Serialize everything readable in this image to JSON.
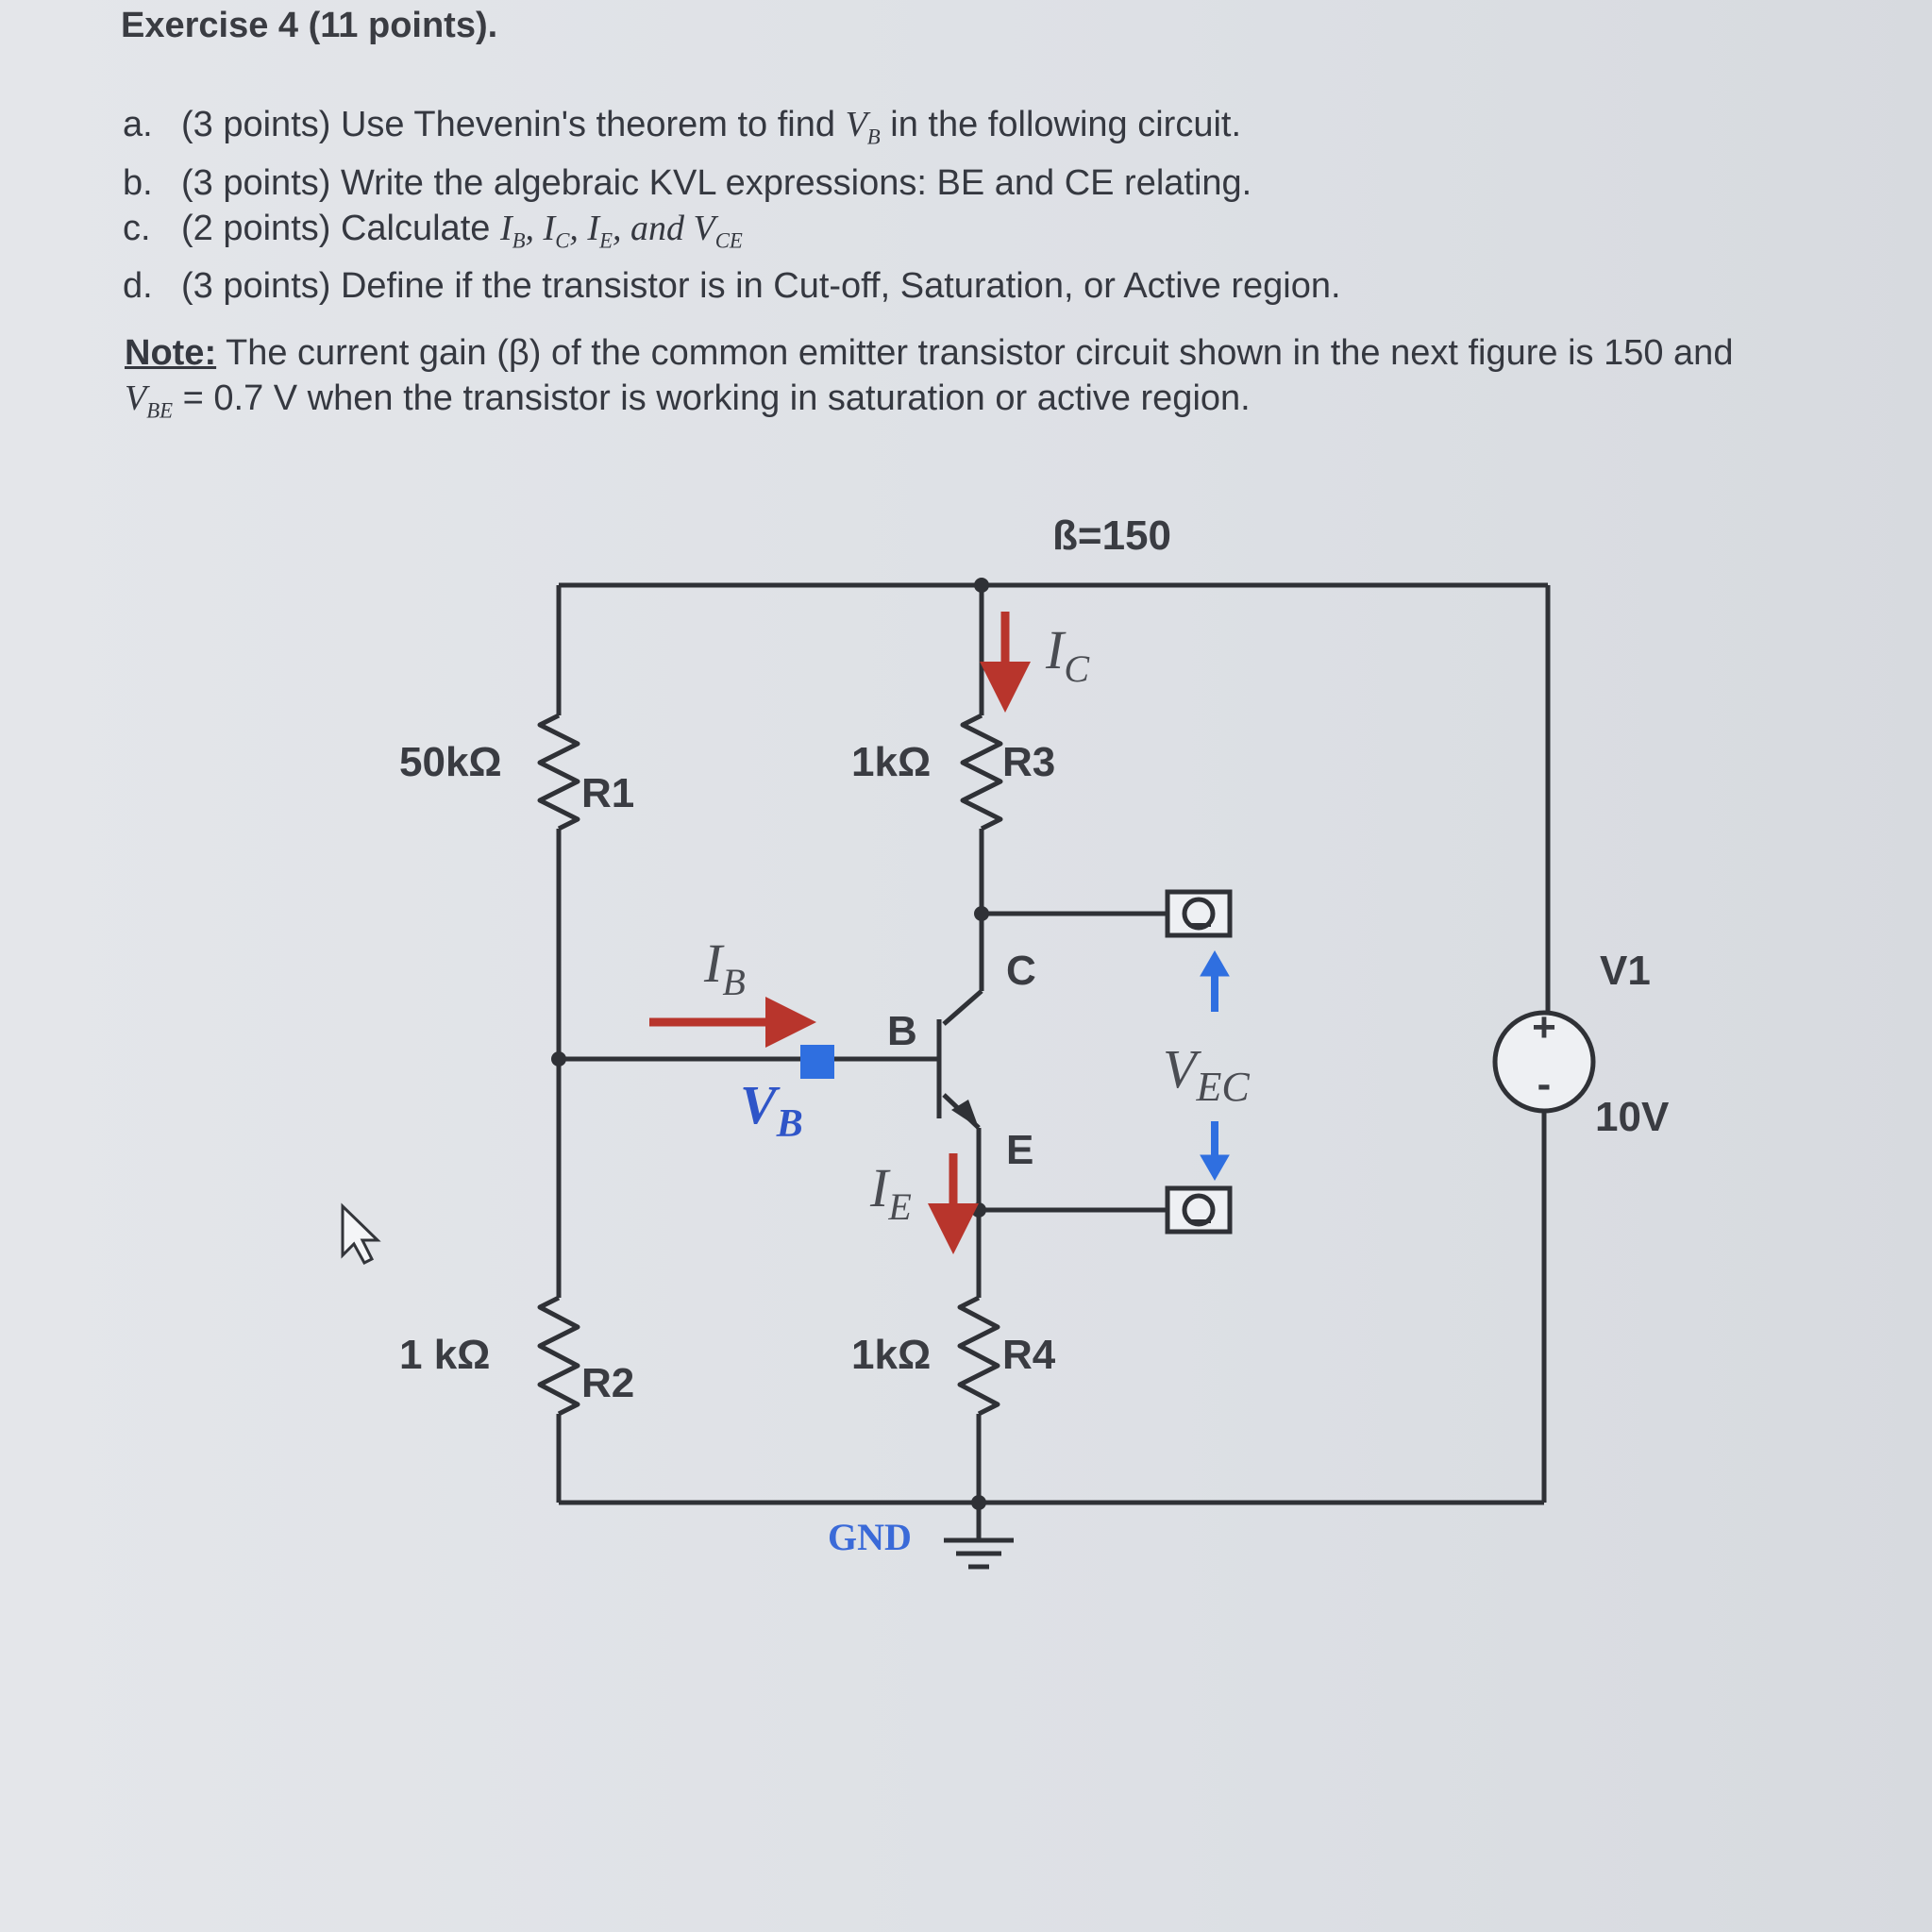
{
  "header": {
    "title": "Exercise 4 (11 points)."
  },
  "questions": [
    {
      "letter": "a.",
      "pre": "(3 points) Use Thevenin's theorem to find ",
      "math": "V",
      "sub": "B",
      "post": " in the following circuit."
    },
    {
      "letter": "b.",
      "pre": "(3 points) Write the algebraic KVL expressions: BE and CE relating.",
      "math": "",
      "sub": "",
      "post": ""
    },
    {
      "letter": "c.",
      "pre": "(2 points) Calculate ",
      "math": "I",
      "sub": "B",
      "post": ""
    },
    {
      "letter": "d.",
      "pre": "(3 points) Define if the transistor is in Cut-off, Saturation, or Active region.",
      "math": "",
      "sub": "",
      "post": ""
    }
  ],
  "calc_math": {
    "i_b": "I",
    "b": "B",
    "i_c": "I",
    "c": "C",
    "i_e": "I",
    "e": "E",
    "and": "and",
    "v": "V",
    "ce": "CE"
  },
  "note": {
    "label": "Note:",
    "line1": " The current gain (β) of the common emitter transistor circuit shown in the next figure is 150 and",
    "vbe_v": "V",
    "vbe_sub": "BE",
    "line2": " = 0.7 V when the transistor is working in saturation or active region."
  },
  "circuit": {
    "beta": "ß=150",
    "r1": {
      "name": "R1",
      "value": "50kΩ"
    },
    "r2": {
      "name": "R2",
      "value": "1 kΩ"
    },
    "r3": {
      "name": "R3",
      "value": "1kΩ"
    },
    "r4": {
      "name": "R4",
      "value": "1kΩ"
    },
    "source": {
      "name": "V1",
      "value": "10V",
      "plus": "+",
      "minus": "-"
    },
    "terminals": {
      "c": "C",
      "b": "B",
      "e": "E"
    },
    "ic": {
      "main": "I",
      "sub": "C"
    },
    "ib": {
      "main": "I",
      "sub": "B"
    },
    "ie": {
      "main": "I",
      "sub": "E"
    },
    "vb": {
      "main": "V",
      "sub": "B"
    },
    "vec": {
      "main": "V",
      "sub": "EC"
    },
    "gnd": "GND",
    "colors": {
      "wire": "#2f3136",
      "red_arrow": "#b8352c",
      "blue": "#2f6fe0"
    }
  }
}
